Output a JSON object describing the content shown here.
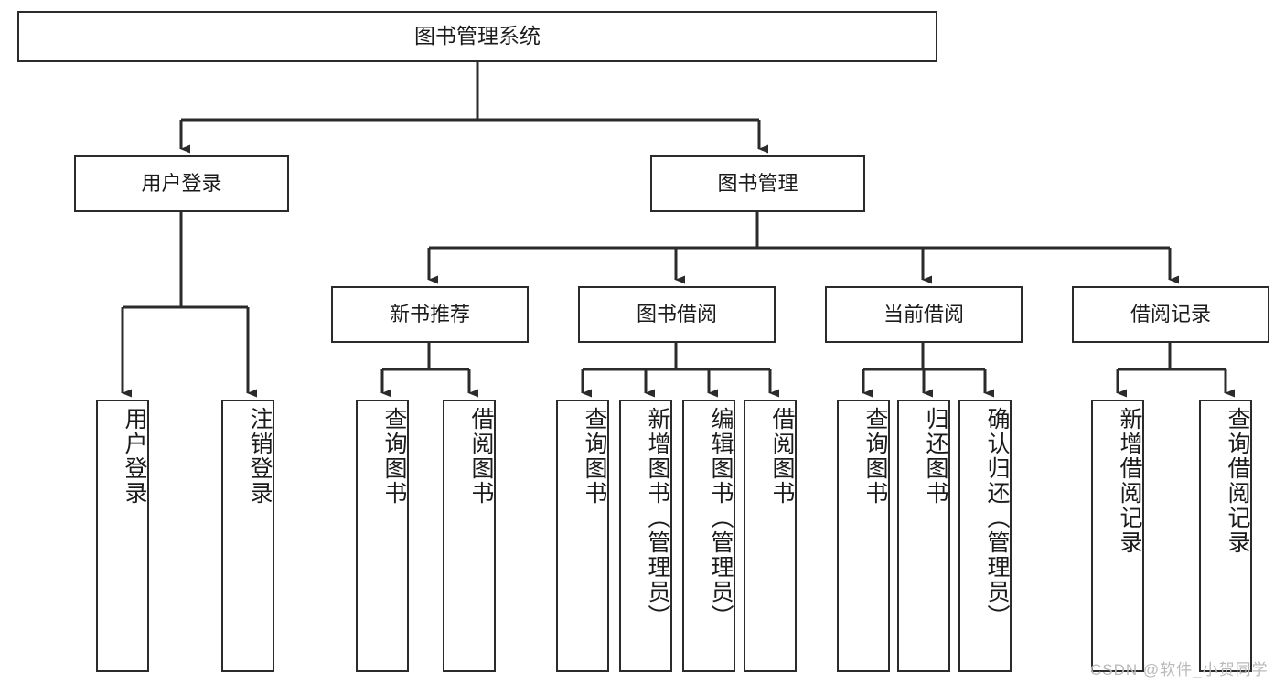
{
  "diagram": {
    "type": "tree",
    "title": "图书管理系统",
    "root": {
      "label": "图书管理系统"
    },
    "level2": [
      {
        "label": "用户登录"
      },
      {
        "label": "图书管理"
      }
    ],
    "level3": [
      {
        "label": "新书推荐"
      },
      {
        "label": "图书借阅"
      },
      {
        "label": "当前借阅"
      },
      {
        "label": "借阅记录"
      }
    ],
    "leaves": [
      {
        "label": "用户登录",
        "parent": "用户登录"
      },
      {
        "label": "注销登录",
        "parent": "用户登录"
      },
      {
        "label": "查询图书",
        "parent": "新书推荐"
      },
      {
        "label": "借阅图书",
        "parent": "新书推荐"
      },
      {
        "label": "查询图书",
        "parent": "图书借阅"
      },
      {
        "label": "新增图书（管理员）",
        "parent": "图书借阅"
      },
      {
        "label": "编辑图书（管理员）",
        "parent": "图书借阅"
      },
      {
        "label": "借阅图书",
        "parent": "图书借阅"
      },
      {
        "label": "查询图书",
        "parent": "当前借阅"
      },
      {
        "label": "归还图书",
        "parent": "当前借阅"
      },
      {
        "label": "确认归还（管理员）",
        "parent": "当前借阅"
      },
      {
        "label": "新增借阅记录",
        "parent": "借阅记录"
      },
      {
        "label": "查询借阅记录",
        "parent": "借阅记录"
      }
    ],
    "watermark": "CSDN @软件_小贺同学",
    "colors": {
      "line": "#2b2b2b",
      "box_border": "#2b2b2b",
      "box_fill": "#ffffff",
      "text": "#1b1b1b",
      "watermark": "#b9b9b9",
      "background": "#ffffff"
    }
  }
}
